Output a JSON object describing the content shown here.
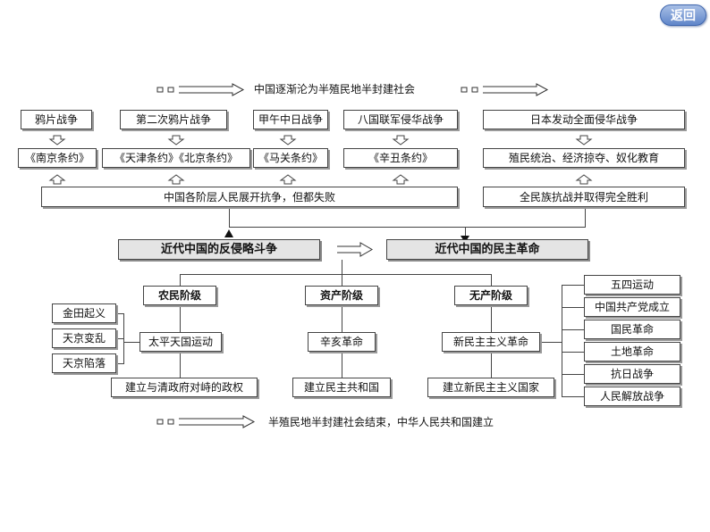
{
  "back_button": "返回",
  "top_flow_text": "中国逐渐沦为半殖民地半封建社会",
  "bottom_flow_text": "半殖民地半封建社会结束，中华人民共和国建立",
  "wars": [
    "鸦片战争",
    "第二次鸦片战争",
    "甲午中日战争",
    "八国联军侵华战争",
    "日本发动全面侵华战争"
  ],
  "treaties": [
    "《南京条约》",
    "《天津条约》《北京条约》",
    "《马关条约》",
    "《辛丑条约》",
    "殖民统治、经济掠夺、奴化教育"
  ],
  "resistance": [
    "中国各阶层人民展开抗争，但都失败",
    "全民族抗战并取得完全胜利"
  ],
  "headers": {
    "anti_aggression": "近代中国的反侵略斗争",
    "revolution": "近代中国的民主革命"
  },
  "classes": [
    "农民阶级",
    "资产阶级",
    "无产阶级"
  ],
  "movements": [
    "太平天国运动",
    "辛亥革命",
    "新民主主义革命"
  ],
  "results": [
    "建立与清政府对峙的政权",
    "建立民主共和国",
    "建立新民主主义国家"
  ],
  "taiping_events": [
    "金田起义",
    "天京变乱",
    "天京陷落"
  ],
  "new_democratic_stages": [
    "五四运动",
    "中国共产党成立",
    "国民革命",
    "土地革命",
    "抗日战争",
    "人民解放战争"
  ]
}
